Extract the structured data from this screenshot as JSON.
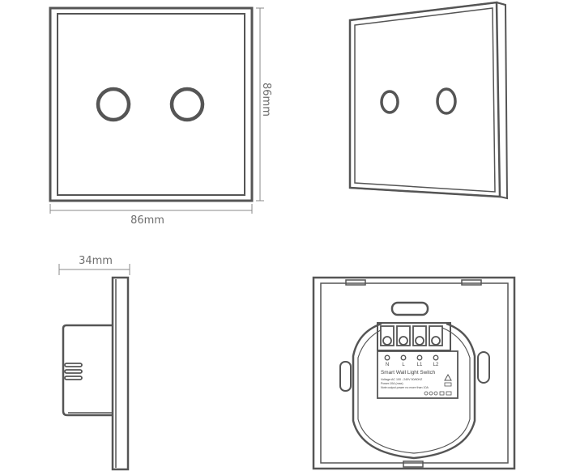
{
  "dimensions": {
    "width": "86mm",
    "height": "86mm",
    "depth": "34mm"
  },
  "back_label": {
    "title": "Smart Wall Light Switch",
    "terminals": [
      "N",
      "L",
      "L1",
      "L2"
    ],
    "line_voltage": "Voltage:AC 100 - 240V   50/60HZ",
    "line_power": "Power:10A (max)",
    "line_note": "Note:output power no more than 10A"
  },
  "colors": {
    "stroke": "#555555",
    "dim_text": "#6e6e6e",
    "background": "#ffffff"
  }
}
